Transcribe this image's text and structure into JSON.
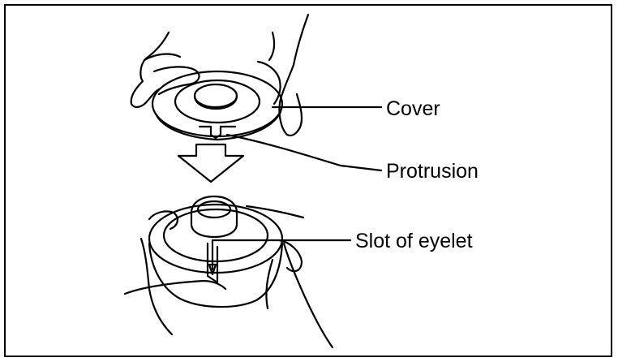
{
  "labels": {
    "cover": "Cover",
    "protrusion": "Protrusion",
    "slot": "Slot of eyelet"
  }
}
